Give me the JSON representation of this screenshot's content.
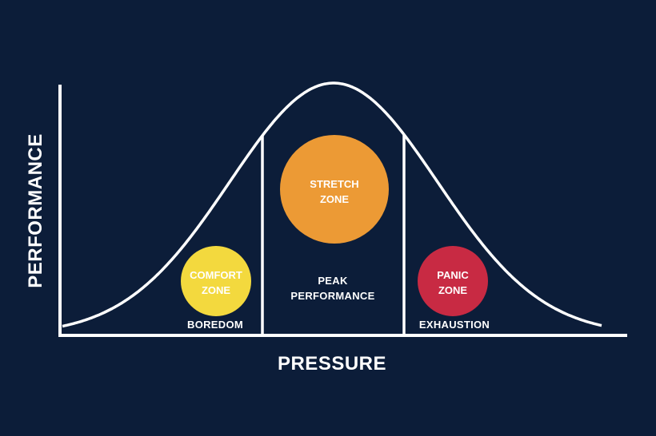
{
  "diagram": {
    "axes": {
      "x_label": "PRESSURE",
      "y_label": "PERFORMANCE"
    },
    "zones": [
      {
        "id": "comfort",
        "lines": [
          "COMFORT",
          "ZONE"
        ],
        "color": "#f3d93e",
        "caption": [
          "BOREDOM"
        ]
      },
      {
        "id": "stretch",
        "lines": [
          "STRETCH",
          "ZONE"
        ],
        "color": "#ec9a35",
        "caption": [
          "PEAK",
          "PERFORMANCE"
        ]
      },
      {
        "id": "panic",
        "lines": [
          "PANIC",
          "ZONE"
        ],
        "color": "#c82a43",
        "caption": [
          "EXHAUSTION"
        ]
      }
    ],
    "colors": {
      "background": "#0c1d39",
      "lines": "#ffffff"
    }
  }
}
